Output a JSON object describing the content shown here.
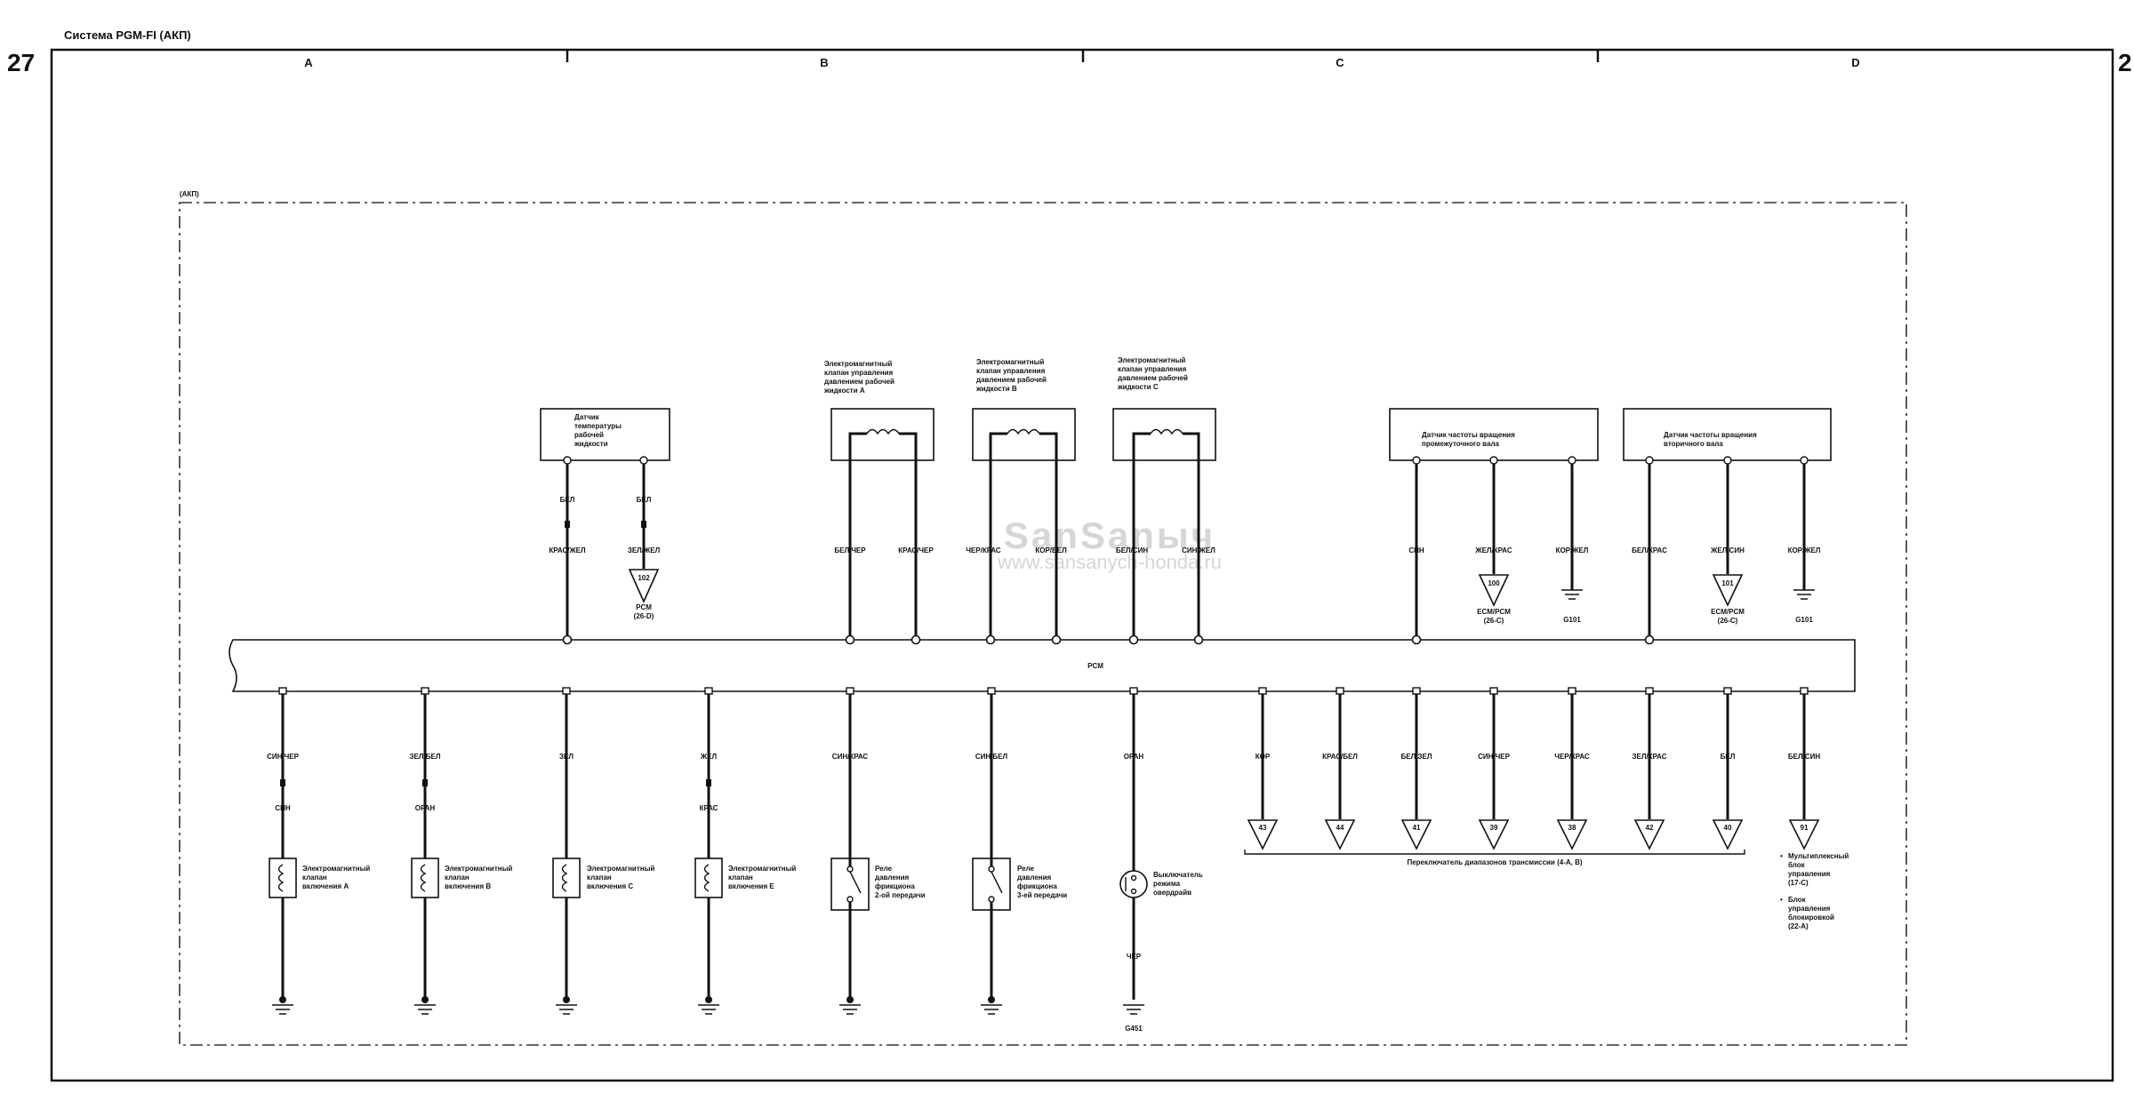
{
  "header": {
    "system_title": "Система PGM-FI (АКП)",
    "page_left": "27",
    "page_right": "2"
  },
  "zones": [
    "A",
    "B",
    "C",
    "D"
  ],
  "section_label": "(АКП)",
  "pcm": {
    "label": "PCM"
  },
  "watermark": {
    "line1": "SanSanыч",
    "line2": "www.sansanych-honda.ru"
  },
  "top_components": {
    "temp_sensor": {
      "label_lines": [
        "Датчик",
        "температуры",
        "рабочей",
        "жидкости"
      ],
      "wires": [
        {
          "upper": "БЕЛ",
          "lower": "КРАС/ЖЕЛ"
        },
        {
          "upper": "БЕЛ",
          "lower": "ЗЕЛ/ЖЕЛ",
          "ref_num": "102",
          "ref_lines": [
            "PCM",
            "(26-D)"
          ]
        }
      ]
    },
    "solenoid_a": {
      "label_lines": [
        "Электромагнитный",
        "клапан управления",
        "давлением рабочей",
        "жидкости A"
      ],
      "wires": [
        "БЕЛ/ЧЕР",
        "КРАС/ЧЕР"
      ]
    },
    "solenoid_b": {
      "label_lines": [
        "Электромагнитный",
        "клапан управления",
        "давлением рабочей",
        "жидкости B"
      ],
      "wires": [
        "ЧЕР/КРАС",
        "КОР/БЕЛ"
      ]
    },
    "solenoid_c": {
      "label_lines": [
        "Электромагнитный",
        "клапан управления",
        "давлением рабочей",
        "жидкости C"
      ],
      "wires": [
        "БЕЛ/СИН",
        "СИН/ЖЕЛ"
      ]
    },
    "countershaft_sensor": {
      "label_lines": [
        "Датчик частоты вращения",
        "промежуточного вала"
      ],
      "wires": [
        "СИН",
        "ЖЕЛ/КРАС",
        "КОР/ЖЕЛ"
      ],
      "ref_num": "100",
      "ref_lines": [
        "ECM/PCM",
        "(26-C)"
      ],
      "ground": "G101"
    },
    "output_sensor": {
      "label_lines": [
        "Датчик частоты вращения",
        "вторичного вала"
      ],
      "wires": [
        "БЕЛ/КРАС",
        "ЖЕЛ/СИН",
        "КОР/ЖЕЛ"
      ],
      "ref_num": "101",
      "ref_lines": [
        "ECM/PCM",
        "(26-C)"
      ],
      "ground": "G101"
    }
  },
  "bottom_components": {
    "shift_a": {
      "wire_upper": "СИН/ЧЕР",
      "wire_lower": "СИН",
      "label_lines": [
        "Электромагнитный",
        "клапан",
        "включения A"
      ]
    },
    "shift_b": {
      "wire_upper": "ЗЕЛ/БЕЛ",
      "wire_lower": "ОРАН",
      "label_lines": [
        "Электромагнитный",
        "клапан",
        "включения B"
      ]
    },
    "shift_c": {
      "wire_upper": "ЗЕЛ",
      "label_lines": [
        "Электромагнитный",
        "клапан",
        "включения C"
      ]
    },
    "shift_e": {
      "wire_upper": "ЖЕЛ",
      "wire_lower": "КРАС",
      "label_lines": [
        "Электромагнитный",
        "клапан",
        "включения E"
      ]
    },
    "relay_2": {
      "wire": "СИН/КРАС",
      "label_lines": [
        "Реле",
        "давления",
        "фрикциона",
        "2-ой передачи"
      ]
    },
    "relay_3": {
      "wire": "СИН/БЕЛ",
      "label_lines": [
        "Реле",
        "давления",
        "фрикциона",
        "3-ей передачи"
      ]
    },
    "od_switch": {
      "wire_upper": "ОРАН",
      "wire_lower": "ЧЕР",
      "ground": "G451",
      "label_lines": [
        "Выключатель",
        "режима",
        "овердрайв"
      ]
    },
    "range_switch": {
      "wires": [
        {
          "color": "КОР",
          "num": "43"
        },
        {
          "color": "КРАС/БЕЛ",
          "num": "44"
        },
        {
          "color": "БЕЛ/ЗЕЛ",
          "num": "41"
        },
        {
          "color": "СИН/ЧЕР",
          "num": "39"
        },
        {
          "color": "ЧЕР/КРАС",
          "num": "38"
        },
        {
          "color": "ЗЕЛ/КРАС",
          "num": "42"
        },
        {
          "color": "БЕЛ",
          "num": "40"
        }
      ],
      "label": "Переключатель диапазонов трансмиссии (4-A, B)"
    },
    "multiplex": {
      "wire": "БЕЛ/СИН",
      "num": "91",
      "dest1_lines": [
        "Мультиплексный",
        "блок",
        "управления",
        "(17-C)"
      ],
      "dest2_lines": [
        "Блок",
        "управления",
        "блокировкой",
        "(22-A)"
      ]
    }
  }
}
